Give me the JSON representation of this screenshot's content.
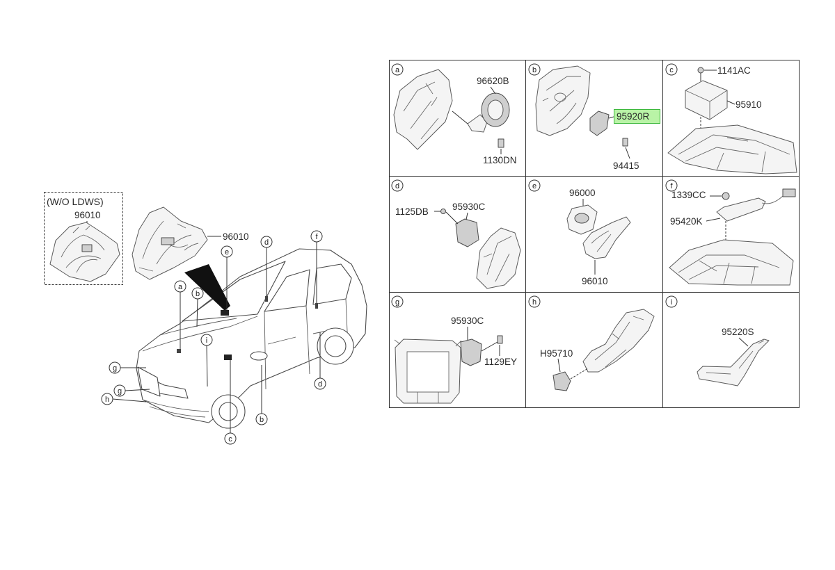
{
  "inset": {
    "title": "(W/O LDWS)",
    "part_label": "96010"
  },
  "overview": {
    "part_label": "96010",
    "callouts": [
      "a",
      "b",
      "e",
      "d",
      "f",
      "i",
      "g",
      "g",
      "h",
      "c",
      "b",
      "d"
    ]
  },
  "cells": [
    {
      "letter": "a",
      "parts": [
        "96620B",
        "1130DN"
      ]
    },
    {
      "letter": "b",
      "parts": [
        "95920R",
        "94415"
      ]
    },
    {
      "letter": "c",
      "parts": [
        "1141AC",
        "95910"
      ]
    },
    {
      "letter": "d",
      "parts": [
        "1125DB",
        "95930C"
      ]
    },
    {
      "letter": "e",
      "parts": [
        "96000",
        "96010"
      ]
    },
    {
      "letter": "f",
      "parts": [
        "1339CC",
        "95420K"
      ]
    },
    {
      "letter": "g",
      "parts": [
        "95930C",
        "1129EY"
      ]
    },
    {
      "letter": "h",
      "parts": [
        "H95710"
      ]
    },
    {
      "letter": "i",
      "parts": [
        "95220S"
      ]
    }
  ],
  "colors": {
    "highlight_fill": "#b9f3a6",
    "highlight_border": "#3cb83c",
    "pointer": "#111111"
  }
}
